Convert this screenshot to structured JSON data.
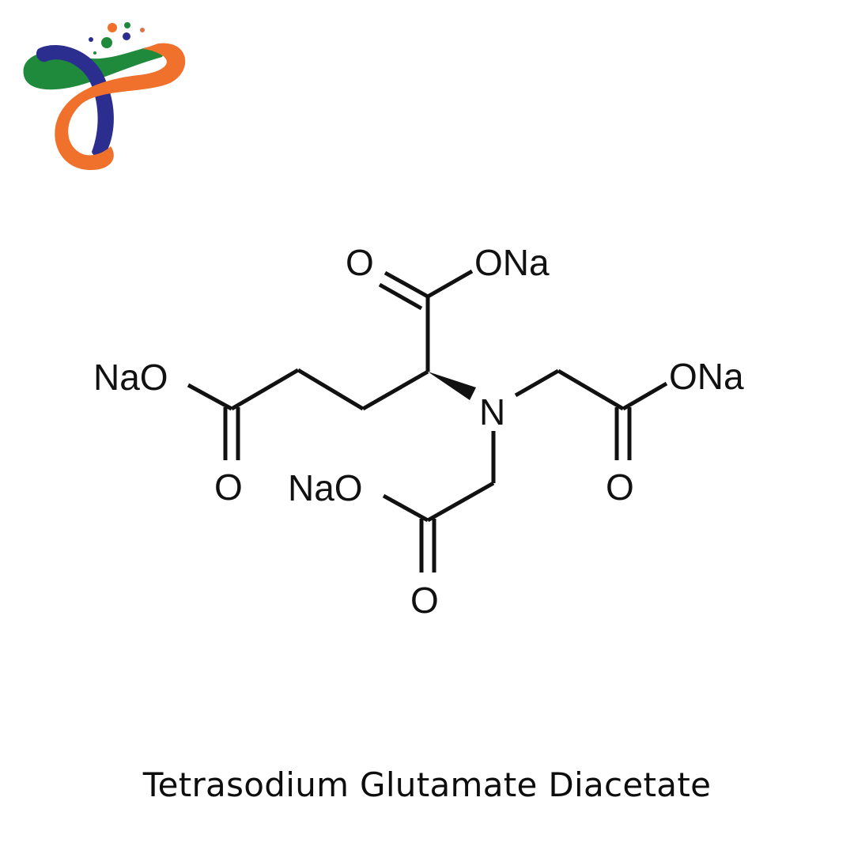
{
  "logo": {
    "name": "brand-logo",
    "colors": {
      "green": "#1f8a3b",
      "blue": "#2b2e8f",
      "orange": "#f0712b"
    }
  },
  "molecule": {
    "name": "Tetrasodium Glutamate Diacetate",
    "labels": {
      "top_o": "O",
      "top_ona": "ONa",
      "left_nao": "NaO",
      "left_o": "O",
      "n": "N",
      "right_ona": "ONa",
      "right_o": "O",
      "bottom_nao": "NaO",
      "bottom_o": "O"
    }
  },
  "caption": "Tetrasodium Glutamate Diacetate"
}
